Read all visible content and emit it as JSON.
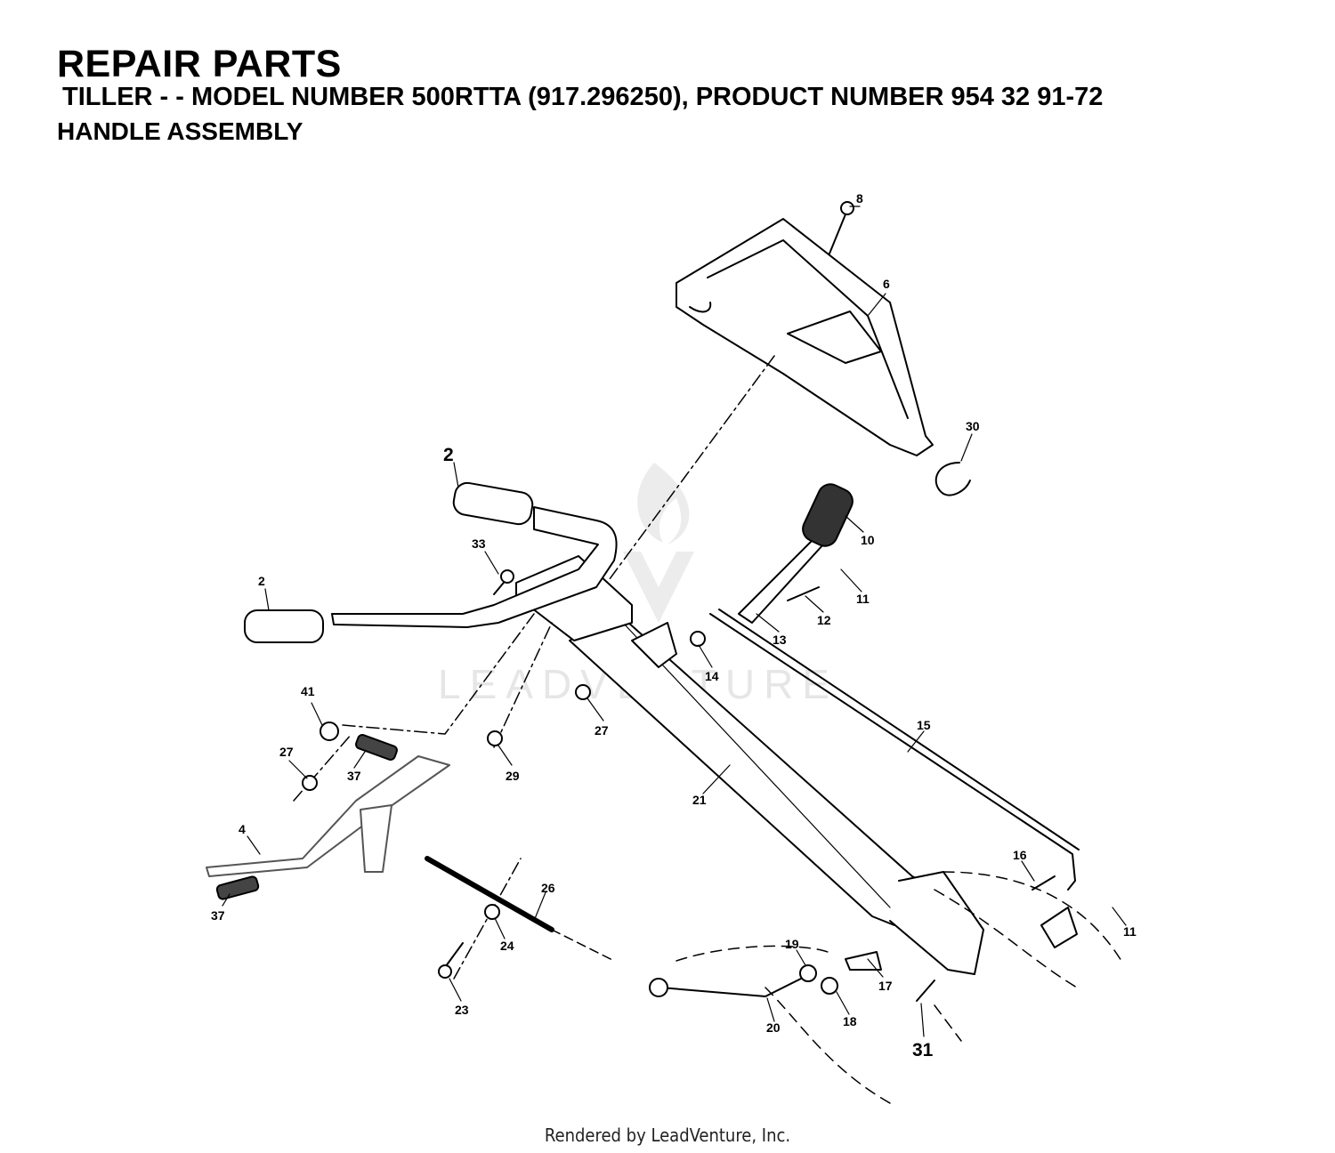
{
  "header": {
    "title": "REPAIR PARTS",
    "subtitle": "TILLER - - MODEL NUMBER 500RTTA (917.296250), PRODUCT NUMBER 954 32 91-72",
    "section": "HANDLE ASSEMBLY"
  },
  "watermark": "LEADVENTURE",
  "footer": "Rendered by LeadVenture, Inc.",
  "callouts": {
    "c8": "8",
    "c6": "6",
    "c30": "30",
    "c2a": "2",
    "c2b": "2",
    "c10": "10",
    "c11a": "11",
    "c33": "33",
    "c12": "12",
    "c13": "13",
    "c14": "14",
    "c41": "41",
    "c27a": "27",
    "c27b": "27",
    "c37a": "37",
    "c29": "29",
    "c15": "15",
    "c21": "21",
    "c4": "4",
    "c26": "26",
    "c37b": "37",
    "c16": "16",
    "c11b": "11",
    "c24": "24",
    "c19": "19",
    "c17": "17",
    "c18": "18",
    "c23": "23",
    "c20": "20",
    "c31": "31"
  }
}
